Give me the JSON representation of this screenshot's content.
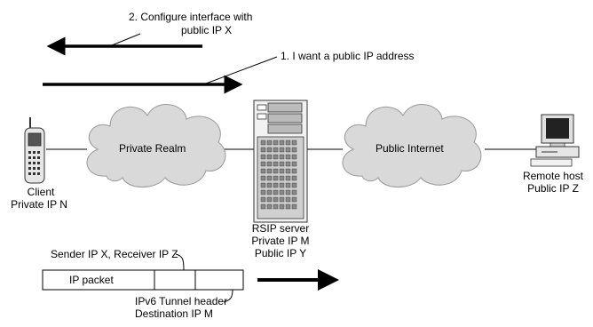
{
  "steps": {
    "step2_line1": "2. Configure interface with",
    "step2_line2": "public IP X",
    "step1": "1. I want a public IP address"
  },
  "clouds": {
    "private": "Private Realm",
    "public": "Public Internet"
  },
  "client": {
    "name": "Client",
    "ip": "Private IP N"
  },
  "server": {
    "name": "RSIP server",
    "private_ip": "Private IP M",
    "public_ip": "Public IP Y"
  },
  "remote": {
    "name": "Remote host",
    "ip": "Public IP Z"
  },
  "packet": {
    "sender_receiver": "Sender IP X, Receiver IP Z",
    "label": "IP packet",
    "tunnel_header": "IPv6 Tunnel header",
    "destination": "Destination IP M"
  }
}
